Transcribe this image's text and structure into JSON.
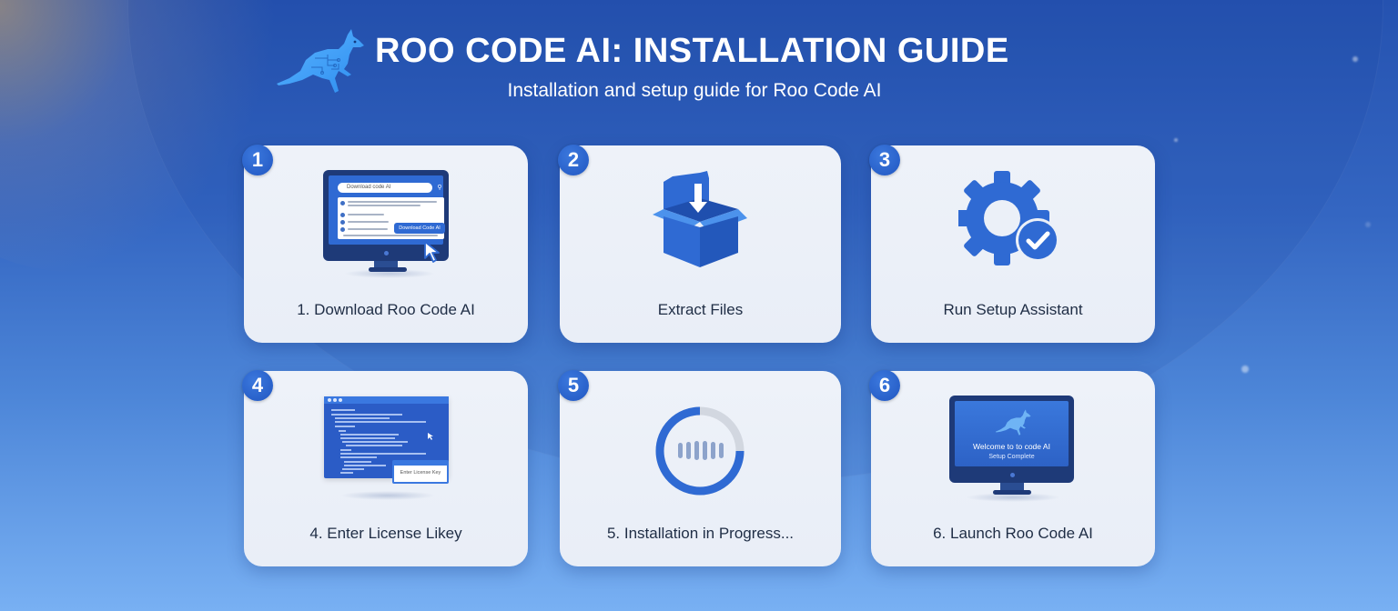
{
  "header": {
    "title": "ROO CODE AI: INSTALLATION GUIDE",
    "subtitle": "Installation and setup guide for Roo Code AI",
    "logo_icon": "kangaroo-circuit-icon"
  },
  "colors": {
    "background_top": "#2552b0",
    "background_bottom": "#78b0f3",
    "card_bg": "#eef2f9",
    "accent_blue": "#2f6ad3",
    "badge_blue": "#2157c2",
    "label_text": "#1f2d45",
    "progress_track": "#d2d7e0"
  },
  "steps": [
    {
      "number": "1",
      "label": "1. Download Roo Code AI",
      "icon": "monitor-download-icon",
      "screen": {
        "search_text": "Download code AI",
        "button_text": "Download Code AI"
      }
    },
    {
      "number": "2",
      "label": "Extract Files",
      "icon": "open-box-icon"
    },
    {
      "number": "3",
      "label": "Run Setup Assistant",
      "icon": "gear-check-icon"
    },
    {
      "number": "4",
      "label": "4. Enter License Likey",
      "icon": "code-window-icon",
      "dialog_text": "Enter License Key"
    },
    {
      "number": "5",
      "label": "5. Installation in Progress...",
      "icon": "progress-ring-icon",
      "progress_percent": 75
    },
    {
      "number": "6",
      "label": "6. Launch Roo Code AI",
      "icon": "monitor-welcome-icon",
      "screen": {
        "welcome_text": "Welcome to to code AI",
        "status_text": "Setup Complete"
      }
    }
  ]
}
